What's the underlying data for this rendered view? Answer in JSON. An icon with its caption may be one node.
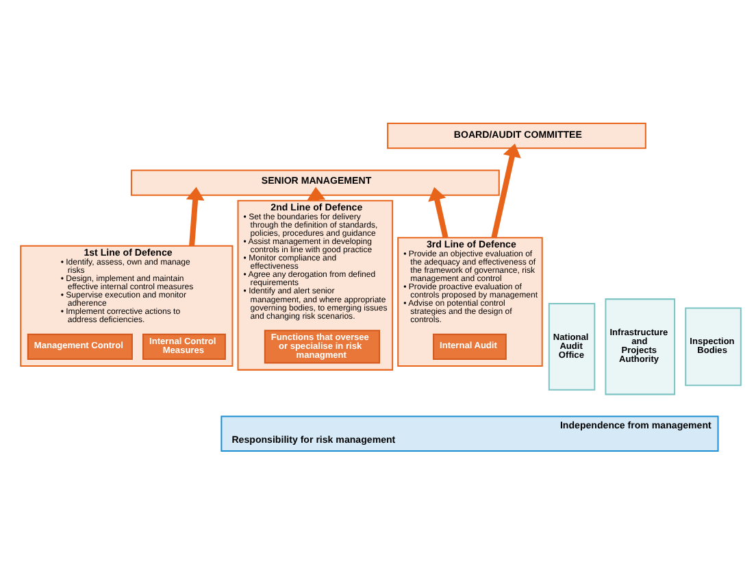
{
  "diagram": {
    "nodes": [
      {
        "text": [
          "BOARD/AUDIT COMMITTEE"
        ]
      },
      {
        "text": [
          "SENIOR MANAGEMENT"
        ]
      },
      {
        "text": [
          "1st Line of Defence",
          "• Identify, assess, own and manage risks",
          "• Design, implement and maintain effective internal control measures",
          "• Supervise execution and monitor adherence",
          "• Implement corrective actions to address deficiencies."
        ]
      },
      {
        "text": [
          "Management Control"
        ],
        "in": 2
      },
      {
        "text": [
          "Internal Control Measures"
        ],
        "in": 2
      },
      {
        "text": [
          "2nd Line of Defence",
          "• Set the boundaries for delivery through the definition of standards, policies, procedures and guidance",
          "• Assist management in developing controls in line with good practice",
          "• Monitor compliance and effectiveness",
          "• Agree any derogation from defined requirements",
          "• Identify and alert senior management, and where appropriate governing bodies, to emerging issues and changing risk scenarios."
        ]
      },
      {
        "text": [
          "Functions that oversee or specialise in risk managment"
        ],
        "in": 5
      },
      {
        "text": [
          "3rd Line of Defence",
          "• Provide an objective evaluation of the adequacy and effectiveness of the framework of governance, risk management and control",
          "• Provide proactive evaluation of controls proposed by management",
          "• Advise on potential control strategies and the design of controls."
        ]
      },
      {
        "text": [
          "Internal Audit"
        ],
        "in": 7
      },
      {
        "text": [
          "National Audit Office"
        ]
      },
      {
        "text": [
          "Infrastructure and Projects Authority"
        ]
      },
      {
        "text": [
          "Inspection Bodies"
        ]
      },
      {
        "text": [
          "Independence from management",
          "Responsibility for risk management"
        ]
      }
    ],
    "edges": [
      {
        "from": 2,
        "to": 1,
        "arrow": "to"
      },
      {
        "from": 5,
        "to": 1,
        "arrow": "to"
      },
      {
        "from": 7,
        "to": 1,
        "arrow": "to"
      },
      {
        "from": 7,
        "to": 0,
        "arrow": "to"
      }
    ]
  }
}
